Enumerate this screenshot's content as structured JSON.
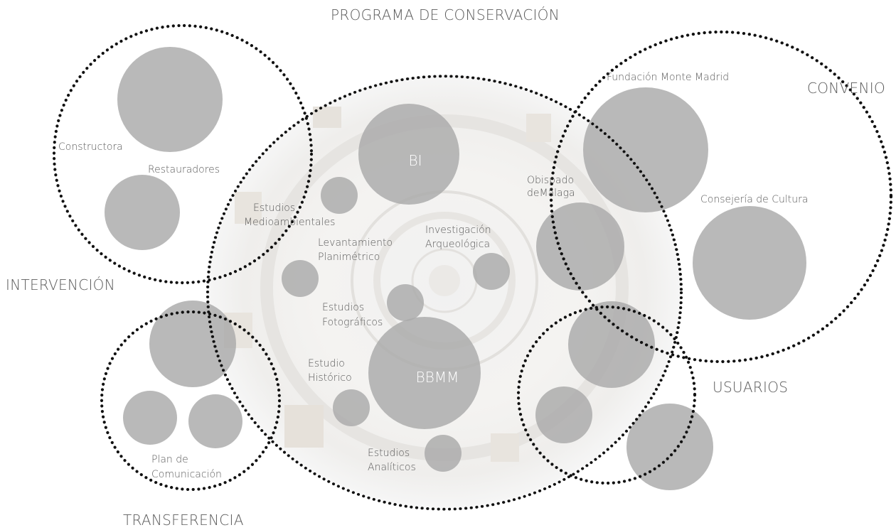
{
  "groups": {
    "programa": "PROGRAMA DE CONSERVACIÓN",
    "convenio": "CONVENIO",
    "intervencion": "INTERVENCIÓN",
    "usuarios": "USUARIOS",
    "transferencia": "TRANSFERENCIA"
  },
  "nodes": {
    "constructora": "Constructora",
    "restauradores": "Restauradores",
    "estudios_medio_1": "Estudios",
    "estudios_medio_2": "Medioambientales",
    "bi": "BI",
    "fundacion": "Fundación Monte Madrid",
    "obispado_1": "Obispado",
    "obispado_2": "deMálaga",
    "consejeria": "Consejería de Cultura",
    "levantamiento_1": "Levantamiento",
    "levantamiento_2": "Planimétrico",
    "investigacion_1": "Investigación",
    "investigacion_2": "Arqueológica",
    "fotograficos_1": "Estudios",
    "fotograficos_2": "Fotográficos",
    "historico_1": "Estudio",
    "historico_2": "Histórico",
    "bbmm": "BBMM",
    "analiticos_1": "Estudios",
    "analiticos_2": "Analíticos",
    "plan_1": "Plan de",
    "plan_2": "Comunicación"
  }
}
